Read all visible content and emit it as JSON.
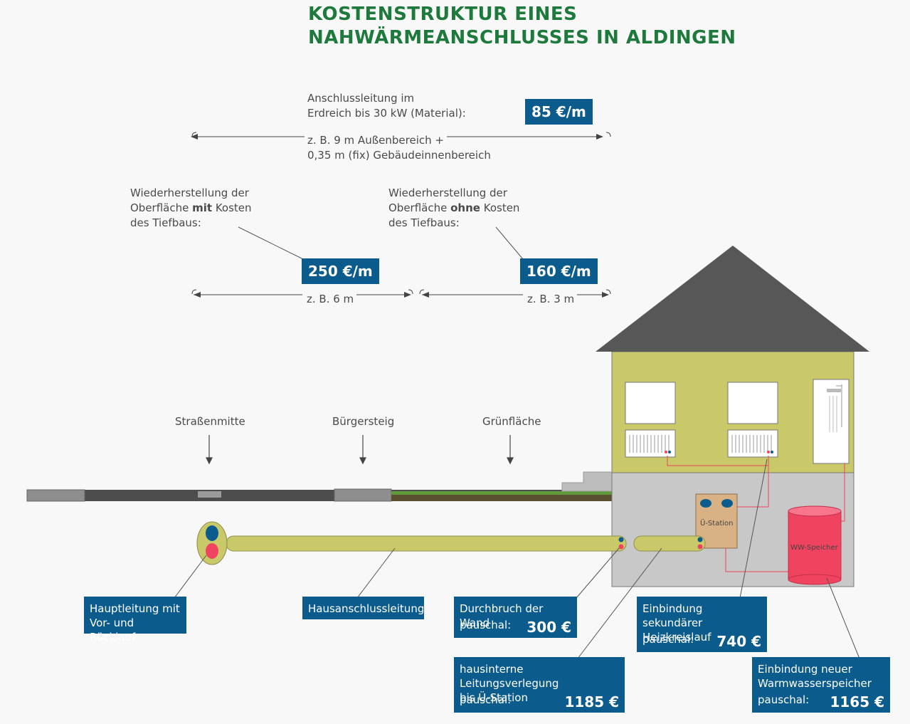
{
  "title": {
    "line1": "KOSTENSTRUKTUR EINES",
    "line2": "NAHWÄRMEANSCHLUSSES IN ALDINGEN"
  },
  "connection": {
    "label_line1": "Anschlussleitung im",
    "label_line2": "Erdreich bis 30 kW (Material):",
    "price": "85 €/m",
    "dim_line1": "z. B. 9 m Außenbereich +",
    "dim_line2": "0,35 m (fix) Gebäudeinnenbereich"
  },
  "surface_with": {
    "line1": "Wiederherstellung der",
    "line2_pre": "Oberfläche ",
    "line2_bold": "mit",
    "line2_post": " Kosten",
    "line3": "des Tiefbaus:",
    "price": "250 €/m",
    "dim": "z. B. 6 m"
  },
  "surface_without": {
    "line1": "Wiederherstellung der",
    "line2_pre": "Oberfläche ",
    "line2_bold": "ohne",
    "line2_post": " Kosten",
    "line3": "des Tiefbaus:",
    "price": "160 €/m",
    "dim": "z. B. 3 m"
  },
  "ground_labels": {
    "street_center": "Straßenmitte",
    "sidewalk": "Bürgersteig",
    "green": "Grünfläche"
  },
  "house_labels": {
    "station": "Ü-Station",
    "storage": "WW-Speicher"
  },
  "boxes": {
    "main_pipe": {
      "line1": "Hauptleitung mit",
      "line2": "Vor- und Rücklauf"
    },
    "house_pipe": {
      "line1": "Hausanschlussleitung"
    },
    "wall": {
      "line1": "Durchbruch der Wand",
      "flat": "pauschal:",
      "amount": "300 €"
    },
    "internal": {
      "line1": "hausinterne Leitungsverlegung",
      "line2": "bis Ü-Station",
      "flat": "pauschal:",
      "amount": "1185 €"
    },
    "heating": {
      "line1": "Einbindung sekundärer",
      "line2": "Heizkreislauf",
      "flat": "pauschal:",
      "amount": "740 €"
    },
    "storage": {
      "line1": "Einbindung neuer",
      "line2": "Warmwasserspeicher",
      "flat": "pauschal:",
      "amount": "1165 €"
    }
  },
  "colors": {
    "title": "#1e7a3c",
    "price_box": "#0b5c8c",
    "house_wall": "#c9c96a",
    "roof": "#575757",
    "basement": "#c8c8c8",
    "pipe": "#c9c96a",
    "storage": "#f0435f",
    "station": "#d8b184",
    "supply": "#0b5c8c",
    "return": "#f0435f"
  }
}
